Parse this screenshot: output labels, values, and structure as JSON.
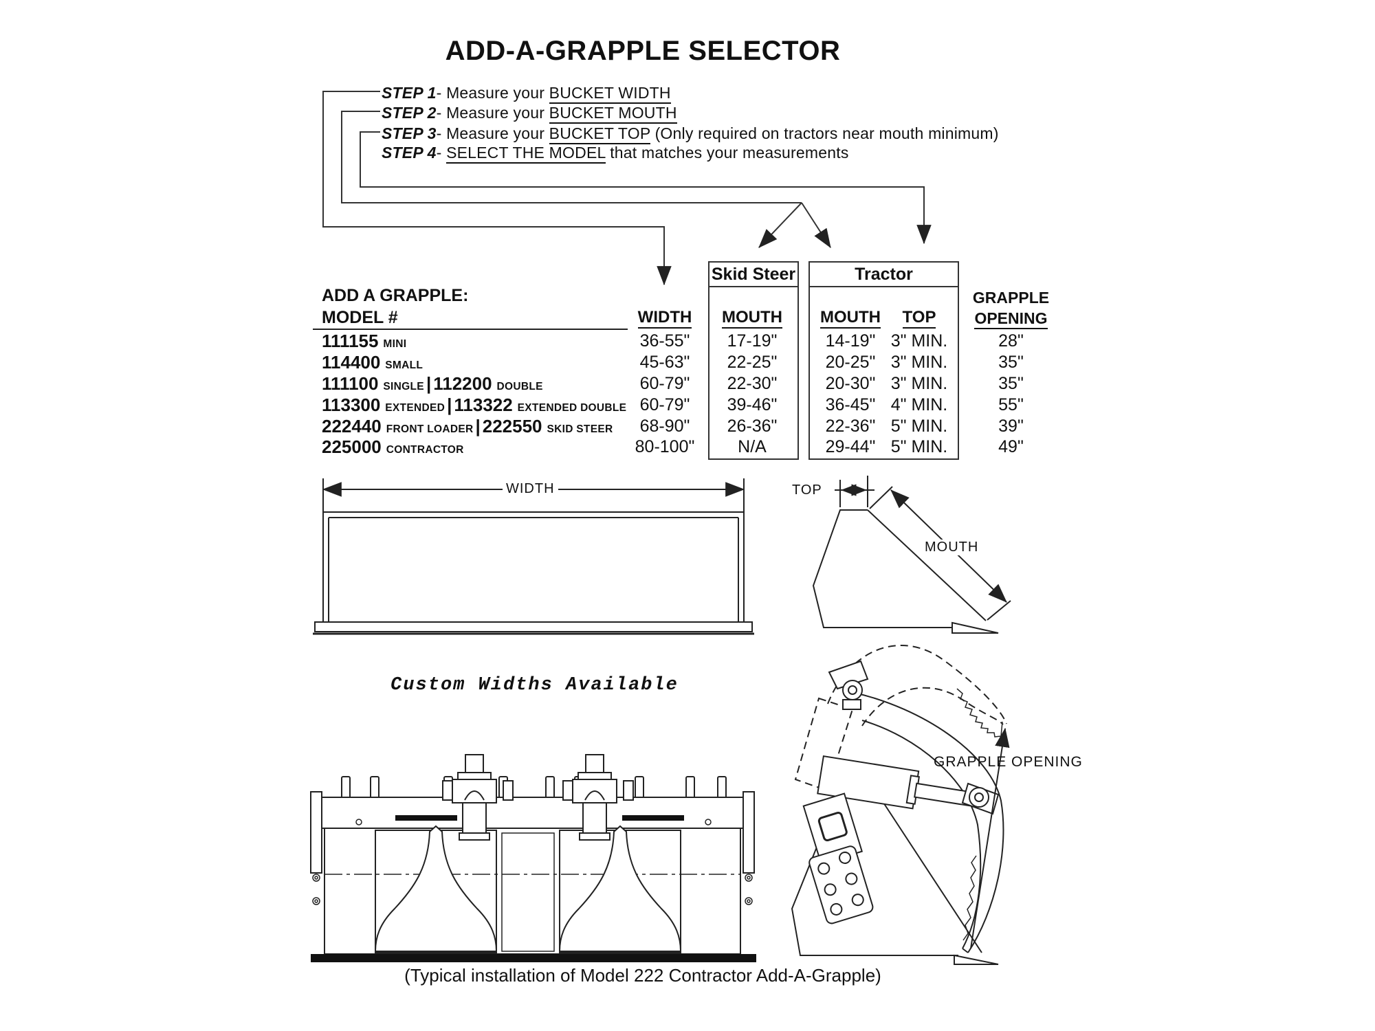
{
  "title": "ADD-A-GRAPPLE SELECTOR",
  "colors": {
    "ink": "#1a1a1a",
    "background": "#ffffff"
  },
  "steps": [
    {
      "label": "STEP 1",
      "sep": "- ",
      "pre": "Measure your ",
      "underlined": "BUCKET WIDTH",
      "post": ""
    },
    {
      "label": "STEP 2",
      "sep": "- ",
      "pre": "Measure your ",
      "underlined": "BUCKET MOUTH",
      "post": ""
    },
    {
      "label": "STEP 3",
      "sep": "- ",
      "pre": "Measure your ",
      "underlined": "BUCKET TOP",
      "post": " (Only required on tractors near mouth minimum)"
    },
    {
      "label": "STEP 4",
      "sep": "- ",
      "pre": "",
      "underlined": "SELECT THE MODEL",
      "post": " that matches your measurements"
    }
  ],
  "table": {
    "intro": "ADD A GRAPPLE:",
    "model_header": "MODEL #",
    "width_header": "WIDTH",
    "skid_steer_header": "Skid Steer",
    "tractor_header": "Tractor",
    "ss_mouth_header": "MOUTH",
    "tr_mouth_header": "MOUTH",
    "tr_top_header": "TOP",
    "opening_header_line1": "GRAPPLE",
    "opening_header_line2": "OPENING",
    "rows": [
      {
        "m1": "111155",
        "v1": "MINI",
        "sep": "",
        "m2": "",
        "v2": "",
        "width": "36-55\"",
        "ss_mouth": "17-19\"",
        "tr_mouth": "14-19\"",
        "tr_top": "3\" MIN.",
        "opening": "28\""
      },
      {
        "m1": "114400",
        "v1": "SMALL",
        "sep": "",
        "m2": "",
        "v2": "",
        "width": "45-63\"",
        "ss_mouth": "22-25\"",
        "tr_mouth": "20-25\"",
        "tr_top": "3\" MIN.",
        "opening": "35\""
      },
      {
        "m1": "111100",
        "v1": "SINGLE",
        "sep": "|",
        "m2": "112200",
        "v2": "DOUBLE",
        "width": "60-79\"",
        "ss_mouth": "22-30\"",
        "tr_mouth": "20-30\"",
        "tr_top": "3\" MIN.",
        "opening": "35\""
      },
      {
        "m1": "113300",
        "v1": "EXTENDED",
        "sep": "|",
        "m2": "113322",
        "v2": "EXTENDED DOUBLE",
        "width": "60-79\"",
        "ss_mouth": "39-46\"",
        "tr_mouth": "36-45\"",
        "tr_top": "4\" MIN.",
        "opening": "55\""
      },
      {
        "m1": "222440",
        "v1": "FRONT LOADER",
        "sep": "|",
        "m2": "222550",
        "v2": "SKID STEER",
        "width": "68-90\"",
        "ss_mouth": "26-36\"",
        "tr_mouth": "22-36\"",
        "tr_top": "5\" MIN.",
        "opening": "39\""
      },
      {
        "m1": "225000",
        "v1": "CONTRACTOR",
        "sep": "",
        "m2": "",
        "v2": "",
        "width": "80-100\"",
        "ss_mouth": "N/A",
        "tr_mouth": "29-44\"",
        "tr_top": "5\" MIN.",
        "opening": "49\""
      }
    ]
  },
  "diagrams": {
    "width_label": "WIDTH",
    "top_label": "TOP",
    "mouth_label": "MOUTH",
    "grapple_opening_label": "GRAPPLE OPENING",
    "custom_widths_note": "Custom Widths Available",
    "caption": "(Typical installation of Model 222 Contractor Add-A-Grapple)"
  }
}
